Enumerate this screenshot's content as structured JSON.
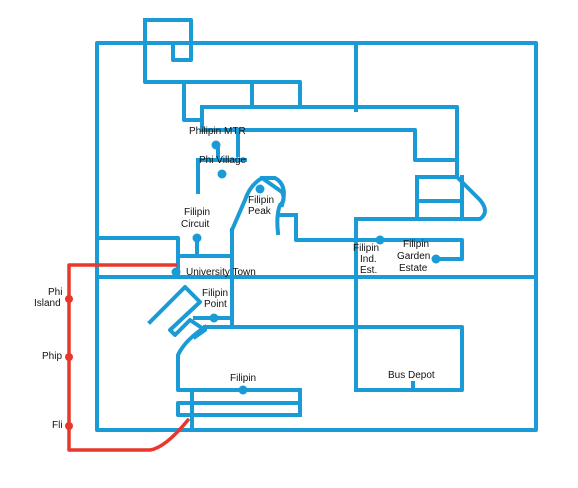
{
  "colors": {
    "network": "#1a9bd6",
    "red_route": "#e8372b",
    "background": "#ffffff"
  },
  "stations": {
    "philipin_mtr": "Philipin MTR",
    "phi_village": "Phi Village",
    "filipin_peak": [
      "Filipin",
      "Peak"
    ],
    "filipin_circuit": [
      "Filipin",
      "Circuit"
    ],
    "filipin_ind_est": [
      "Filipin",
      "Ind.",
      "Est."
    ],
    "filipin_garden_estate": [
      "Filipin",
      "Garden",
      "Estate"
    ],
    "university_town": "University Town",
    "filipin_point": [
      "Filipin",
      "Point"
    ],
    "filipin": "Filipin",
    "bus_depot": "Bus Depot",
    "phi_island": [
      "Phi",
      "Island"
    ],
    "phip": "Phip",
    "fli": "Fli"
  }
}
